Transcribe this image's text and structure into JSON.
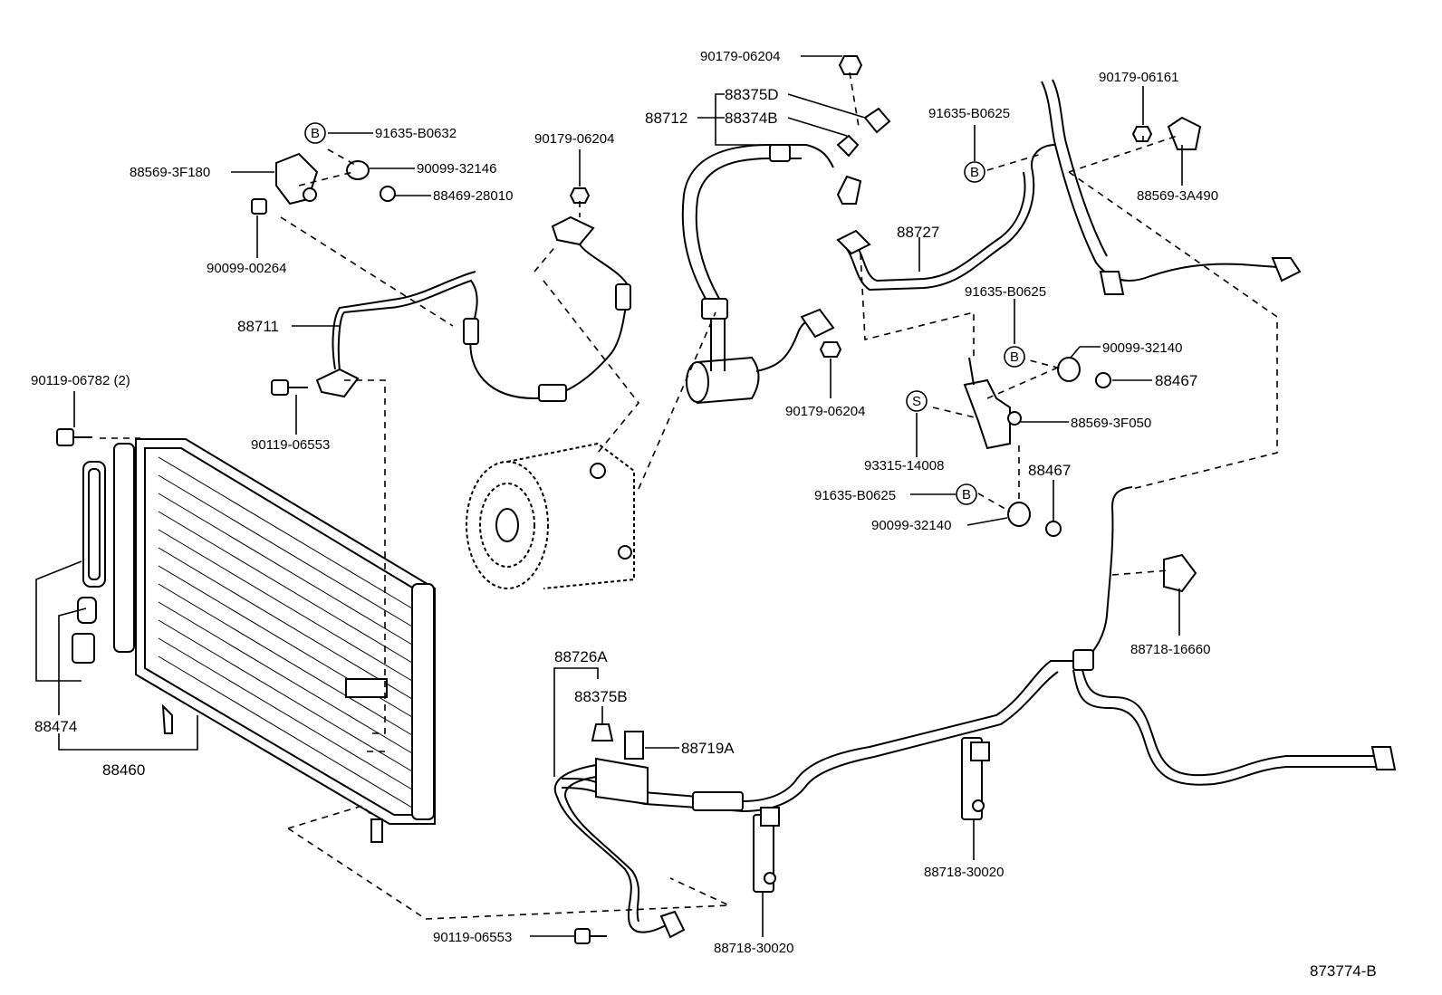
{
  "diagram_id": "873774-B",
  "callouts": {
    "c01": "90179-06204",
    "c02": "88375D",
    "c03": "88712",
    "c04": "88374B",
    "c05": "90179-06161",
    "c06": "91635-B0625",
    "c07": "91635-B0632",
    "c08": "88569-3F180",
    "c09": "90099-32146",
    "c10": "88469-28010",
    "c11": "90179-06204",
    "c12": "88569-3A490",
    "c13": "90099-00264",
    "c14": "88727",
    "c15": "88711",
    "c16": "91635-B0625",
    "c17": "90099-32140",
    "c18": "88467",
    "c19": "90119-06782 (2)",
    "c20": "90119-06553",
    "c21": "90179-06204",
    "c22": "88569-3F050",
    "c23": "93315-14008",
    "c24": "88467",
    "c25": "91635-B0625",
    "c26": "90099-32140",
    "c27": "88718-16660",
    "c28": "88474",
    "c29": "88460",
    "c30": "88726A",
    "c31": "88375B",
    "c32": "88719A",
    "c33": "88718-30020",
    "c34": "90119-06553",
    "c35": "88718-30020"
  },
  "markers": {
    "b": "B",
    "s": "S"
  }
}
